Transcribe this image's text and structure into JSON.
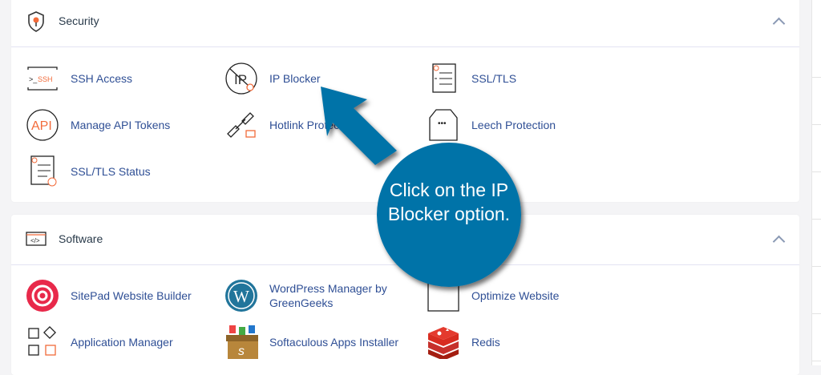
{
  "security": {
    "title": "Security",
    "items": [
      {
        "label": "SSH Access",
        "icon": "ssh-icon"
      },
      {
        "label": "IP Blocker",
        "icon": "ip-blocker-icon"
      },
      {
        "label": "SSL/TLS",
        "icon": "certificate-icon"
      },
      {
        "label": "Manage API Tokens",
        "icon": "api-icon"
      },
      {
        "label": "Hotlink Protection",
        "icon": "hotlink-icon"
      },
      {
        "label": "Leech Protection",
        "icon": "leech-icon"
      },
      {
        "label": "SSL/TLS Status",
        "icon": "ssl-status-icon"
      }
    ]
  },
  "software": {
    "title": "Software",
    "items": [
      {
        "label": "SitePad Website Builder",
        "icon": "sitepad-icon"
      },
      {
        "label": "WordPress Manager by GreenGeeks",
        "icon": "wordpress-icon"
      },
      {
        "label": "Optimize Website",
        "icon": "optimize-icon"
      },
      {
        "label": "Application Manager",
        "icon": "app-manager-icon"
      },
      {
        "label": "Softaculous Apps Installer",
        "icon": "softaculous-icon"
      },
      {
        "label": "Redis",
        "icon": "redis-icon"
      }
    ]
  },
  "callout": {
    "text": "Click on the IP Blocker option."
  },
  "colors": {
    "accent": "#0673a8",
    "link": "#2f4f95",
    "orange": "#f26b3a"
  }
}
